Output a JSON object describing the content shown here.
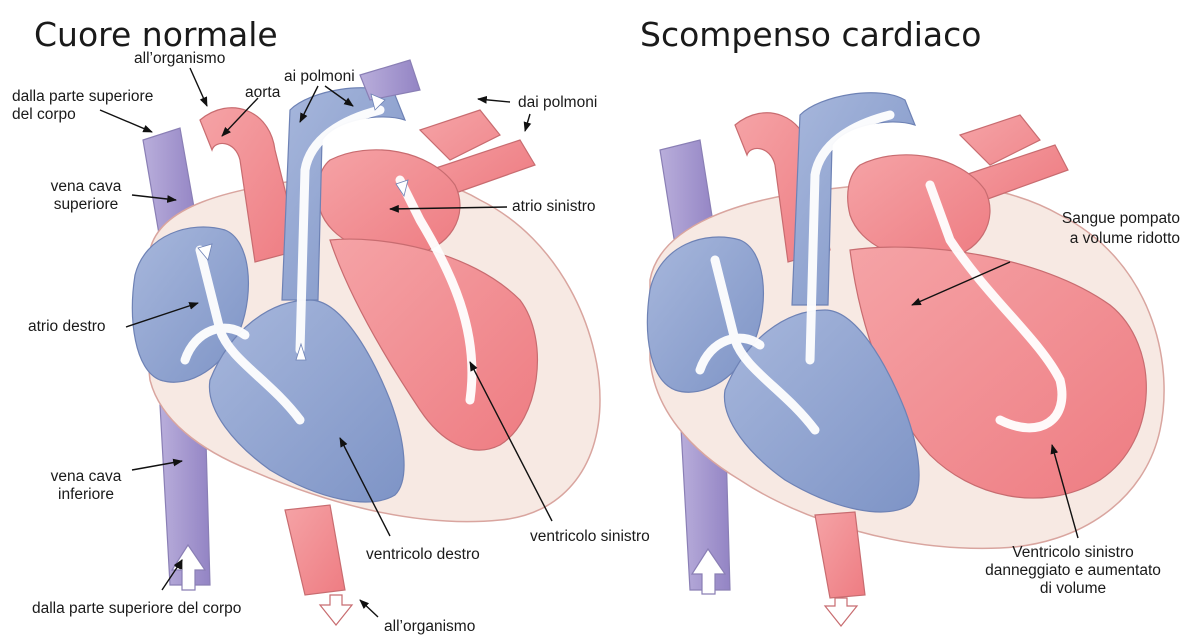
{
  "titles": {
    "left": "Cuore normale",
    "right": "Scompenso cardiaco"
  },
  "labels": {
    "all_organismo_top": "all’organismo",
    "dalla_superiore_1": "dalla parte superiore",
    "dalla_superiore_2": "del corpo",
    "aorta": "aorta",
    "ai_polmoni": "ai polmoni",
    "dai_polmoni": "dai polmoni",
    "vena_cava_sup_1": "vena cava",
    "vena_cava_sup_2": "superiore",
    "atrio_sinistro": "atrio sinistro",
    "atrio_destro": "atrio destro",
    "vena_cava_inf_1": "vena cava",
    "vena_cava_inf_2": "inferiore",
    "ventricolo_destro": "ventricolo destro",
    "ventricolo_sinistro": "ventricolo sinistro",
    "dalla_superiore_bottom": "dalla parte superiore del corpo",
    "all_organismo_bottom": "all’organismo",
    "sangue_1": "Sangue pompato",
    "sangue_2": "a volume ridotto",
    "ventricolo_danneggiato_1": "Ventricolo sinistro",
    "ventricolo_danneggiato_2": "danneggiato e aumentato",
    "ventricolo_danneggiato_3": "di volume"
  },
  "colors": {
    "oxygenated": "#f08a8f",
    "deoxygenated": "#8fa3cf",
    "vein": "#a99ad0",
    "pericardium": "#f6e6e0",
    "outline": "#c98a8a"
  }
}
